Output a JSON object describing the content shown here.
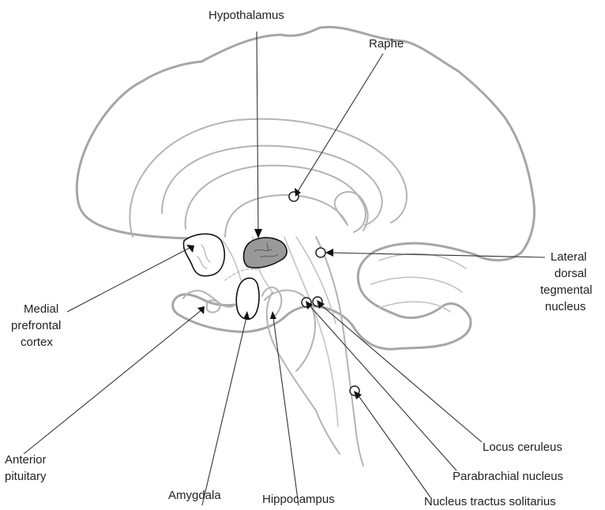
{
  "labels": {
    "hypothalamus": "Hypothalamus",
    "raphe": "Raphe",
    "ldt_line1": "Lateral",
    "ldt_line2": "dorsal",
    "ldt_line3": "tegmental",
    "ldt_line4": "nucleus",
    "mpfc_line1": "Medial",
    "mpfc_line2": "prefrontal",
    "mpfc_line3": "cortex",
    "pit_line1": "Anterior",
    "pit_line2": "pituitary",
    "amygdala": "Amygdala",
    "hippocampus": "Hippocampus",
    "locus": "Locus ceruleus",
    "parabrachial": "Parabrachial nucleus",
    "nts": "Nucleus tractus solitarius"
  },
  "colors": {
    "outline": "#a6a6a6",
    "hypothalamus_fill": "#999999",
    "text": "#222222"
  }
}
